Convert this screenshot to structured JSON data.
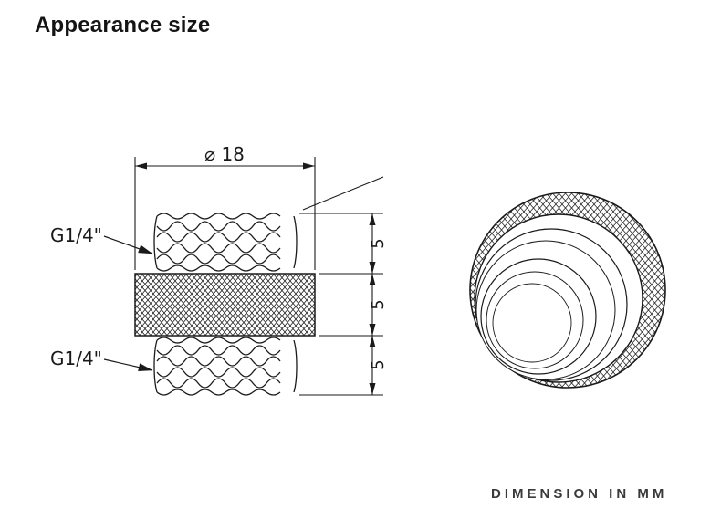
{
  "page": {
    "title": "Appearance size",
    "footer": "DIMENSION IN MM"
  },
  "drawing": {
    "diameter_label": "⌀ 18",
    "thread_label_top": "G1/4\"",
    "thread_label_bottom": "G1/4\"",
    "dim_top": "5",
    "dim_middle": "5",
    "dim_bottom": "5",
    "line_color": "#1a1a1a"
  }
}
